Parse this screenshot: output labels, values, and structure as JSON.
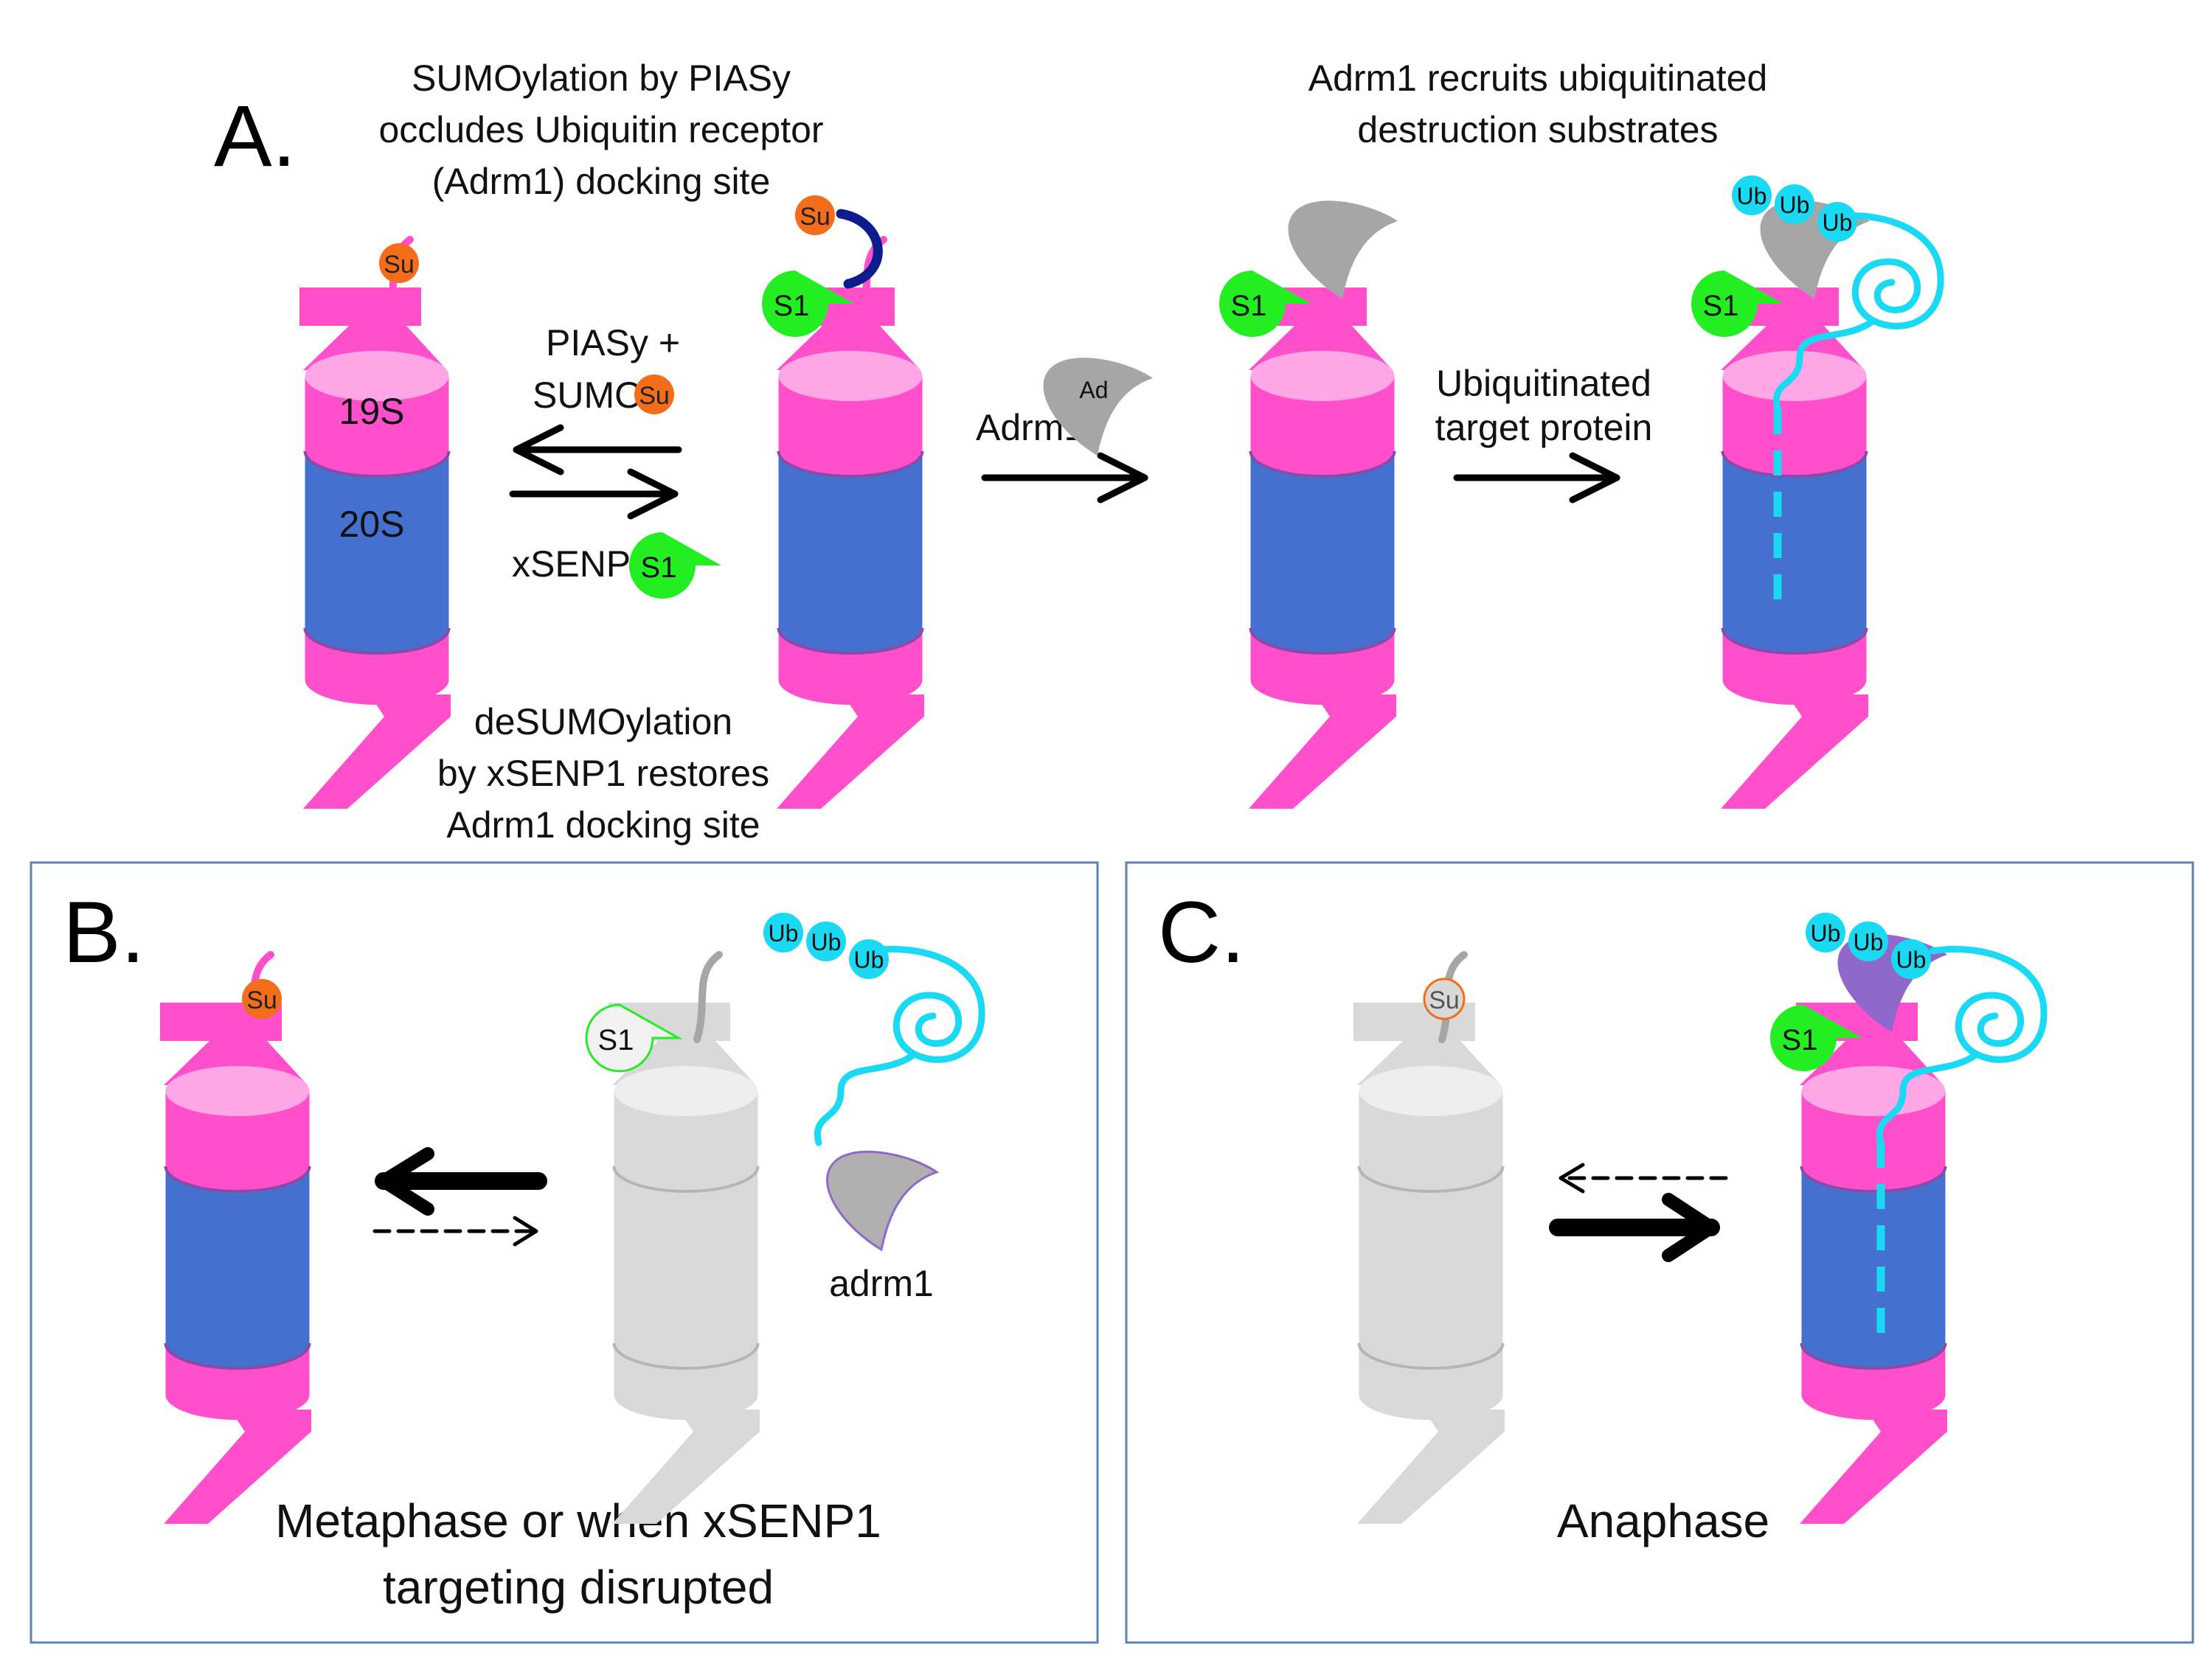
{
  "colors": {
    "pink": "#ff4fcb",
    "pink_light": "#ffa6e6",
    "blue": "#4470cf",
    "gray": "#d9d9d9",
    "gray_dark": "#a6a6a6",
    "green": "#22ee22",
    "orange": "#f46d1b",
    "cyan": "#19d9f3",
    "navy": "#0d1c8c",
    "purple": "#9068cc",
    "frame": "#5c82b8"
  },
  "panel_a": {
    "letter": "A.",
    "caption_left": [
      "SUMOylation by PIASy",
      "occludes Ubiquitin receptor",
      "(Adrm1) docking site"
    ],
    "caption_right": [
      "Adrm1 recruits ubiquitinated",
      "destruction substrates"
    ],
    "caption_bottom": [
      "deSUMOylation",
      "by xSENP1 restores",
      "Adrm1 docking site"
    ],
    "label_19s": "19S",
    "label_20s": "20S",
    "piasy_label": "PIASy +",
    "sumo_label": "SUMO",
    "xsenp1_label": "xSENP1",
    "adrm1_label": "Adrm1",
    "ubiq_label_1": "Ubiquitinated",
    "ubiq_label_2": "target protein"
  },
  "panel_b": {
    "letter": "B.",
    "caption": [
      "Metaphase or when xSENP1",
      "targeting disrupted"
    ],
    "adrm1_label": "adrm1"
  },
  "panel_c": {
    "letter": "C.",
    "caption": [
      "Anaphase"
    ]
  },
  "tags": {
    "su": "Su",
    "s1": "S1",
    "ad": "Ad",
    "ub": "Ub"
  }
}
